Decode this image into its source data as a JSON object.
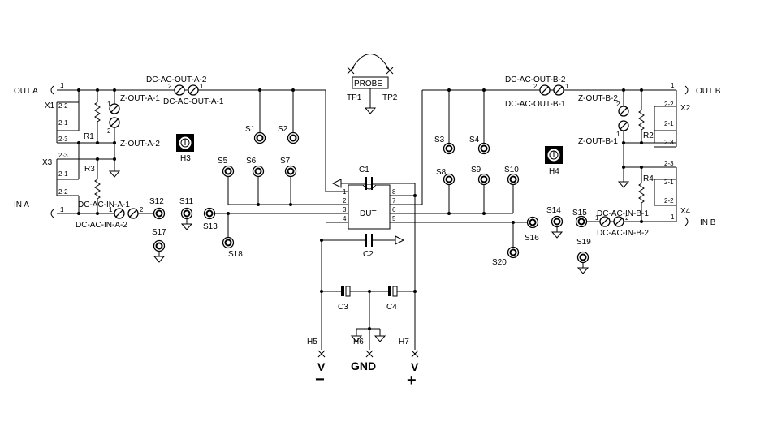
{
  "connectors": {
    "out_a": "OUT A",
    "out_b": "OUT B",
    "in_a": "IN A",
    "in_b": "IN B",
    "pin1": "1"
  },
  "components": {
    "x1": "X1",
    "x2": "X2",
    "x3": "X3",
    "x4": "X4",
    "r1": "R1",
    "r2": "R2",
    "r3": "R3",
    "r4": "R4",
    "c1": "C1",
    "c2": "C2",
    "c3": "C3",
    "c4": "C4",
    "h3": "H3",
    "h4": "H4",
    "h5": "H5",
    "h6": "H6",
    "h7": "H7",
    "dut": "DUT",
    "probe": "PROBE",
    "tp1": "TP1",
    "tp2": "TP2"
  },
  "jumpers": {
    "dc_ac_out_a_2": "DC-AC-OUT-A-2",
    "dc_ac_out_a_1": "DC-AC-OUT-A-1",
    "dc_ac_out_b_2": "DC-AC-OUT-B-2",
    "dc_ac_out_b_1": "DC-AC-OUT-B-1",
    "z_out_a_1": "Z-OUT-A-1",
    "z_out_a_2": "Z-OUT-A-2",
    "z_out_b_2": "Z-OUT-B-2",
    "z_out_b_1": "Z-OUT-B-1",
    "dc_ac_in_a_1": "DC-AC-IN-A-1",
    "dc_ac_in_a_2": "DC-AC-IN-A-2",
    "dc_ac_in_b_1": "DC-AC-IN-B-1",
    "dc_ac_in_b_2": "DC-AC-IN-B-2"
  },
  "header_pins": {
    "p2_2": "2-2",
    "p2_1": "2-1",
    "p2_3": "2-3",
    "p1": "1",
    "p2": "2"
  },
  "dut_pins": [
    "1",
    "2",
    "3",
    "4",
    "5",
    "6",
    "7",
    "8"
  ],
  "testpoints": {
    "s1": "S1",
    "s2": "S2",
    "s3": "S3",
    "s4": "S4",
    "s5": "S5",
    "s6": "S6",
    "s7": "S7",
    "s8": "S8",
    "s9": "S9",
    "s10": "S10",
    "s11": "S11",
    "s12": "S12",
    "s13": "S13",
    "s14": "S14",
    "s15": "S15",
    "s16": "S16",
    "s17": "S17",
    "s18": "S18",
    "s19": "S19",
    "s20": "S20"
  },
  "supply": {
    "v_minus_label": "V",
    "v_minus_sign": "−",
    "gnd": "GND",
    "v_plus_label": "V",
    "v_plus_sign": "+"
  }
}
